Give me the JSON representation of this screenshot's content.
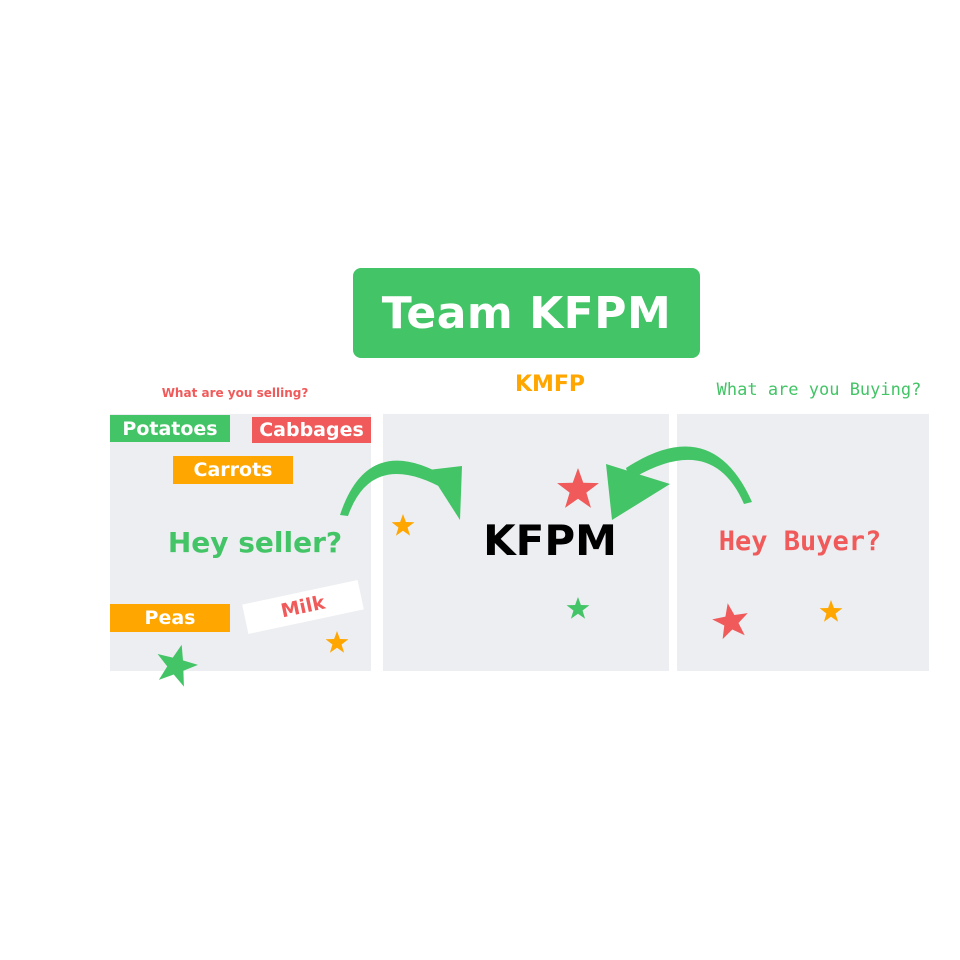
{
  "title": "Team KFPM",
  "center_label": "KMFP",
  "center_name": "KFPM",
  "seller": {
    "question": "What are you selling?",
    "greeting": "Hey seller?",
    "items": [
      "Potatoes",
      "Cabbages",
      "Carrots",
      "Peas",
      "Milk"
    ]
  },
  "buyer": {
    "question": "What are you Buying?",
    "greeting": "Hey Buyer?"
  },
  "colors": {
    "green": "#43c466",
    "red": "#f05a5a",
    "orange": "#ffa600",
    "panel": "#eceef1"
  }
}
